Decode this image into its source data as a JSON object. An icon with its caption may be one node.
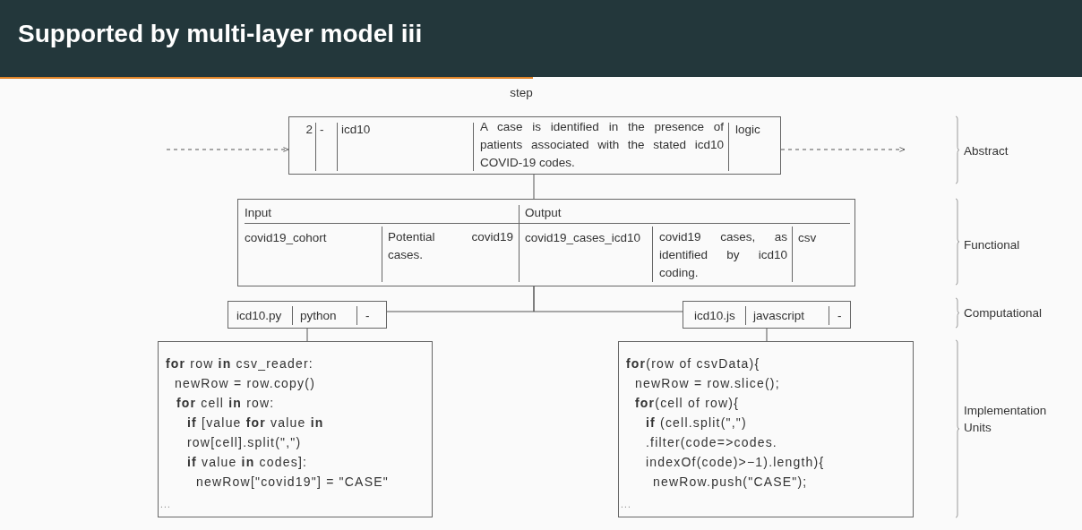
{
  "diagram": {
    "title": "Supported by multi-layer model iii",
    "nodes": [
      {
        "text": [
          "2",
          "-",
          "icd10",
          "A case is identified in the presence of patients associated with the stated icd10 COVID-19 codes.",
          "logic"
        ]
      },
      {
        "text": [
          "Input",
          "Output",
          "covid19_cohort",
          "Potential covid19 cases.",
          "covid19_cases_icd10",
          "covid19 cases, as identified by icd10 coding.",
          "csv"
        ]
      },
      {
        "text": [
          "icd10.py",
          "python",
          "-"
        ]
      },
      {
        "text": [
          "icd10.js",
          "javascript",
          "-"
        ]
      },
      {
        "text": [
          "**for** row **in** csv_reader:",
          "newRow = row.copy()",
          "**for** cell **in** row:",
          "**if** [value **for** value **in**",
          "row[cell].split(\",\")",
          "**if** value **in** codes]:",
          "newRow[\"covid19\"] = \"CASE\"",
          "..."
        ]
      },
      {
        "text": [
          "**for**(row of csvData){",
          "newRow = row.slice();",
          "**for**(cell of row){",
          "**if** (cell.split(\",\")",
          ".filter(code=>codes.",
          "indexOf(code)>−1).length){",
          "newRow.push(\"CASE\");",
          "..."
        ]
      }
    ],
    "edges": [
      {
        "from": null,
        "to": 0,
        "arrow": "to",
        "style": "dashed"
      },
      {
        "from": 0,
        "to": null,
        "arrow": "to",
        "style": "dashed"
      },
      {
        "from": 0,
        "to": 1,
        "arrow": "none"
      },
      {
        "from": 1,
        "to": 2,
        "arrow": "none"
      },
      {
        "from": 1,
        "to": 3,
        "arrow": "none"
      },
      {
        "from": 2,
        "to": 4,
        "arrow": "none"
      },
      {
        "from": 3,
        "to": 5,
        "arrow": "none"
      }
    ],
    "labels": [
      "step",
      "Abstract",
      "Functional",
      "Computational",
      "Implementation Units"
    ]
  }
}
